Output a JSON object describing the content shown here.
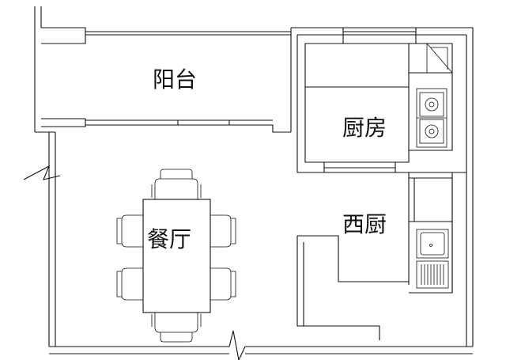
{
  "rooms": {
    "balcony": "阳台",
    "kitchen": "厨房",
    "western_kitchen": "西厨",
    "dining_room": "餐厅"
  }
}
